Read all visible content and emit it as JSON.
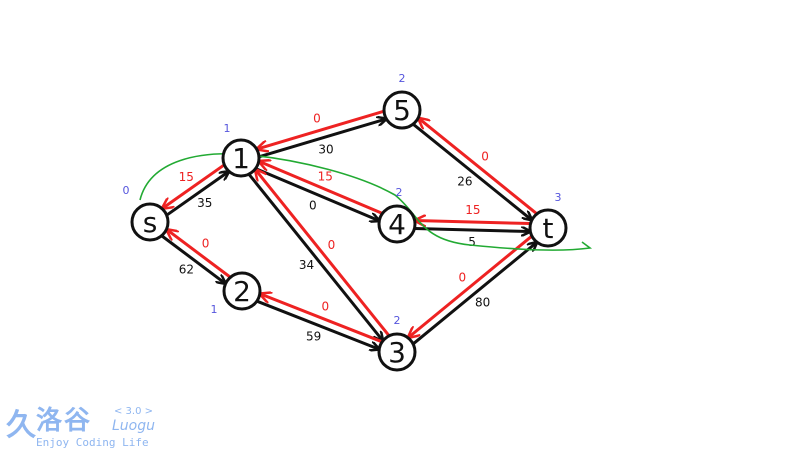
{
  "colors": {
    "forward": "#111111",
    "reverse": "#ee2222",
    "level": "#5555dd",
    "path": "#22aa33",
    "logo": "#8fb6f0"
  },
  "nodes": [
    {
      "id": "s",
      "label": "s",
      "level": "0"
    },
    {
      "id": "1",
      "label": "1",
      "level": "1"
    },
    {
      "id": "5",
      "label": "5",
      "level": "2"
    },
    {
      "id": "4",
      "label": "4",
      "level": "2"
    },
    {
      "id": "t",
      "label": "t",
      "level": "3"
    },
    {
      "id": "2",
      "label": "2",
      "level": "1"
    },
    {
      "id": "3",
      "label": "3",
      "level": "2"
    }
  ],
  "edges": [
    {
      "from": "s",
      "to": "1",
      "capacity": "35",
      "reverse": "15"
    },
    {
      "from": "s",
      "to": "2",
      "capacity": "62",
      "reverse": "0"
    },
    {
      "from": "1",
      "to": "5",
      "capacity": "30",
      "reverse": "0"
    },
    {
      "from": "1",
      "to": "4",
      "capacity": "0",
      "reverse": "15"
    },
    {
      "from": "1",
      "to": "3",
      "capacity": "34",
      "reverse": "0"
    },
    {
      "from": "2",
      "to": "3",
      "capacity": "59",
      "reverse": "0"
    },
    {
      "from": "5",
      "to": "t",
      "capacity": "26",
      "reverse": "0"
    },
    {
      "from": "4",
      "to": "t",
      "capacity": "5",
      "reverse": "15"
    },
    {
      "from": "3",
      "to": "t",
      "capacity": "80",
      "reverse": "0"
    }
  ],
  "logo": {
    "mark": "久",
    "name": "洛谷",
    "version": "< 3.0 >",
    "english": "Luogu",
    "slogan": "Enjoy Coding Life"
  }
}
